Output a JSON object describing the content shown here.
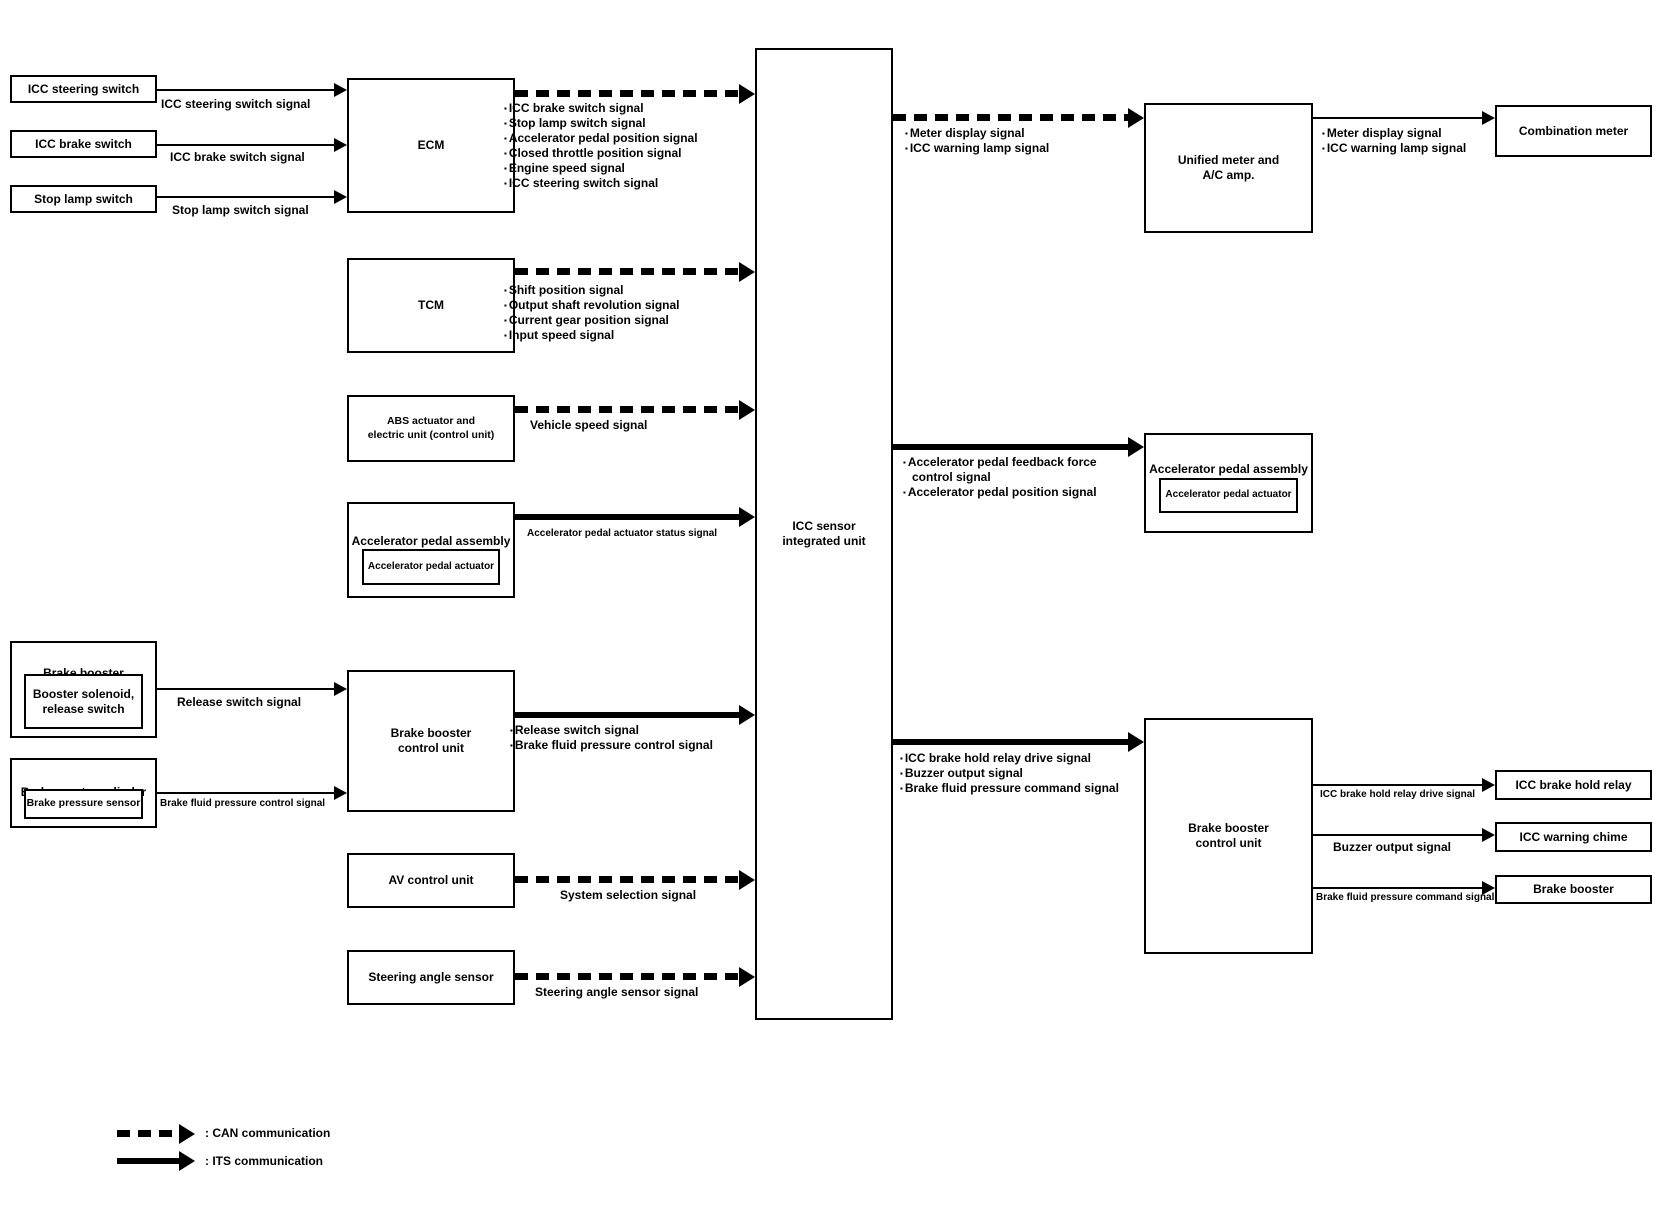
{
  "nodes": {
    "icc_steering_switch": "ICC steering switch",
    "icc_brake_switch": "ICC brake switch",
    "stop_lamp_switch": "Stop lamp switch",
    "ecm": "ECM",
    "tcm": "TCM",
    "abs_unit": "ABS actuator and\nelectric unit (control unit)",
    "accelerator_pedal_assembly_left": "Accelerator pedal assembly",
    "accelerator_pedal_actuator_left": "Accelerator pedal actuator",
    "brake_booster_left": "Brake booster",
    "booster_solenoid_release_switch": "Booster solenoid,\nrelease switch",
    "brake_master_cylinder": "Brake master cylinder",
    "brake_pressure_sensor": "Brake pressure sensor",
    "brake_booster_control_unit_left": "Brake booster\ncontrol unit",
    "av_control_unit": "AV control unit",
    "steering_angle_sensor": "Steering angle sensor",
    "icc_sensor_integrated_unit": "ICC sensor\nintegrated unit",
    "unified_meter_ac_amp": "Unified meter and\nA/C amp.",
    "combination_meter": "Combination meter",
    "accelerator_pedal_assembly_right": "Accelerator pedal assembly",
    "accelerator_pedal_actuator_right": "Accelerator pedal actuator",
    "brake_booster_control_unit_right": "Brake booster\ncontrol unit",
    "icc_brake_hold_relay": "ICC brake hold relay",
    "icc_warning_chime": "ICC warning chime",
    "brake_booster_right": "Brake booster"
  },
  "edges": {
    "icc_steering_switch_signal": "ICC steering switch signal",
    "icc_brake_switch_signal": "ICC brake switch signal",
    "stop_lamp_switch_signal": "Stop lamp switch signal",
    "ecm_to_icc": [
      "ICC brake switch signal",
      "Stop lamp switch signal",
      "Accelerator pedal position signal",
      "Closed throttle position signal",
      "Engine speed signal",
      "ICC steering switch signal"
    ],
    "tcm_to_icc": [
      "Shift position signal",
      "Output shaft revolution signal",
      "Current gear position signal",
      "Input speed signal"
    ],
    "vehicle_speed_signal": "Vehicle speed signal",
    "accelerator_pedal_actuator_status_signal": "Accelerator pedal actuator status signal",
    "release_switch_signal": "Release switch signal",
    "brake_fluid_pressure_control_signal": "Brake fluid pressure control signal",
    "bbcu_to_icc": [
      "Release switch signal",
      "Brake fluid pressure control signal"
    ],
    "system_selection_signal": "System selection signal",
    "steering_angle_sensor_signal": "Steering angle sensor signal",
    "icc_to_meter": [
      "Meter display signal",
      "ICC warning lamp signal"
    ],
    "meter_to_combination": [
      "Meter display signal",
      "ICC warning lamp signal"
    ],
    "icc_to_accel_pedal": [
      "Accelerator pedal feedback force control signal",
      "Accelerator pedal position signal"
    ],
    "icc_to_bbcu": [
      "ICC brake hold relay drive signal",
      "Buzzer output signal",
      "Brake fluid pressure command signal"
    ],
    "icc_brake_hold_relay_drive_signal": "ICC brake hold relay drive signal",
    "buzzer_output_signal": "Buzzer output signal",
    "brake_fluid_pressure_command_signal": "Brake fluid pressure command signal"
  },
  "legend": {
    "can_label": ": CAN communication",
    "its_label": ": ITS communication"
  },
  "colors": {
    "line": "#000000",
    "background": "#ffffff"
  }
}
